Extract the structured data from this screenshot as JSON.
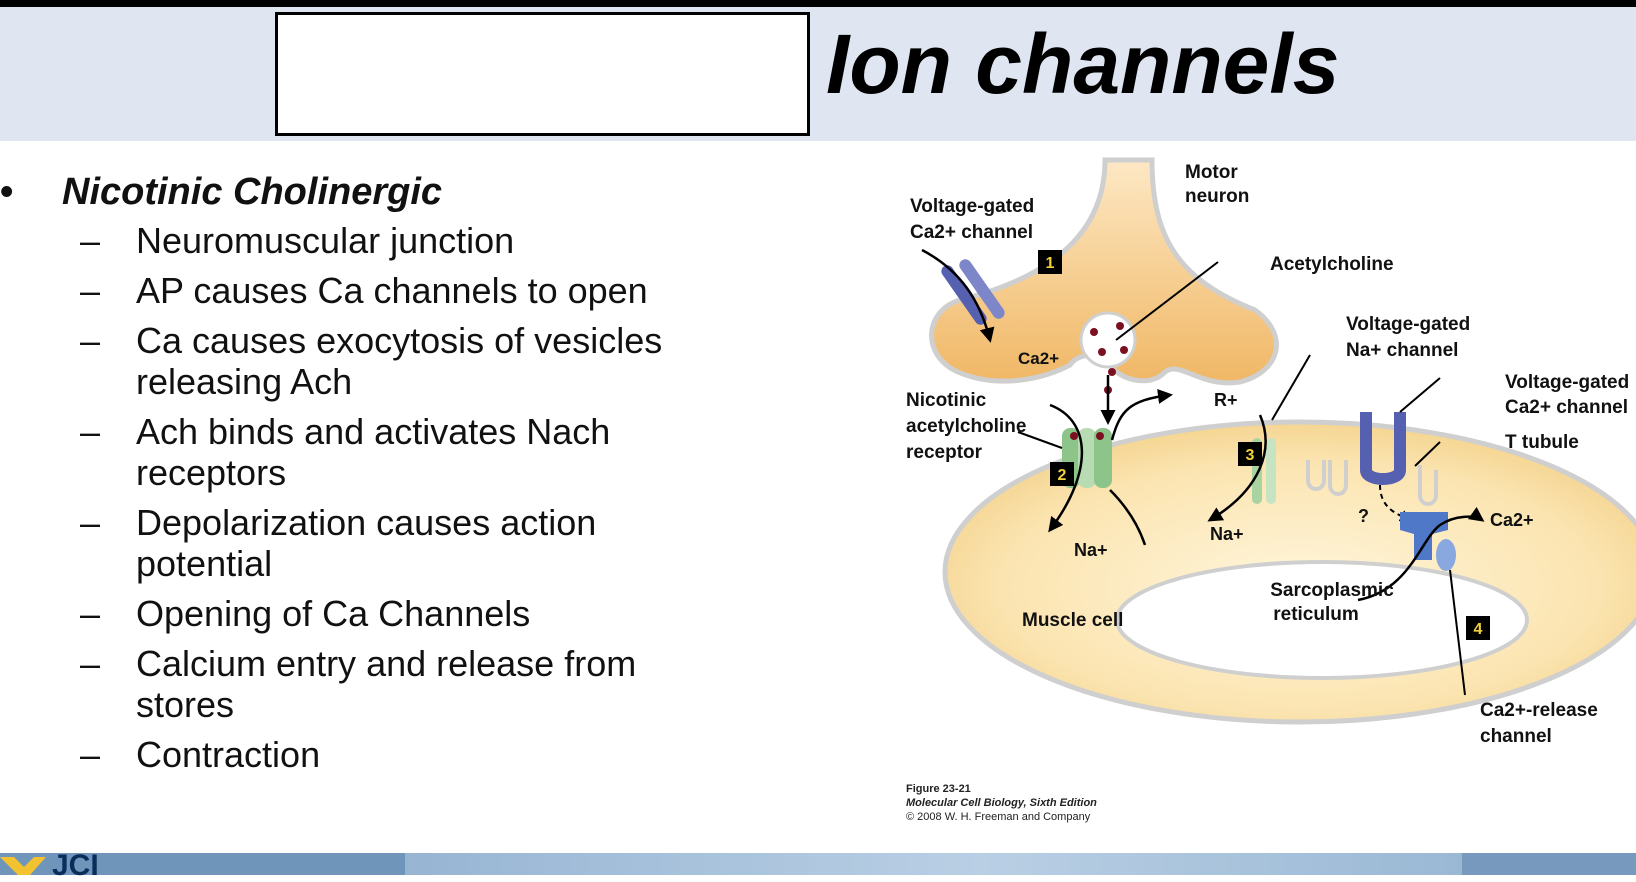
{
  "slide": {
    "title": "Ion channels",
    "bullet_heading": "Nicotinic Cholinergic",
    "bullet_marker": "•",
    "dash": "–",
    "sub_items": [
      "Neuromuscular junction",
      "AP causes Ca channels to open",
      "Ca causes exocytosis of vesicles releasing Ach",
      "Ach binds and activates Nach receptors",
      "Depolarization causes  action potential",
      "Opening of Ca Channels",
      "Calcium entry and release from stores",
      "Contraction"
    ]
  },
  "figure": {
    "labels": {
      "motor": "Motor",
      "neuron": "neuron",
      "vg_ca_1": "Voltage-gated",
      "vg_ca_2": "Ca2+ channel",
      "acetylcholine": "Acetylcholine",
      "vg_na_1": "Voltage-gated",
      "vg_na_2": "Na+ channel",
      "vg_ca_right_1": "Voltage-gated",
      "vg_ca_right_2": "Ca2+ channel",
      "t_tubule": "T tubule",
      "nachr_1": "Nicotinic",
      "nachr_2": "acetylcholine",
      "nachr_3": "receptor",
      "ca_in": "Ca2+",
      "r_plus": "R+",
      "na_left": "Na+",
      "na_mid": "Na+",
      "question": "?",
      "ca_out": "Ca2+",
      "sr_1": "Sarcoplasmic",
      "sr_2": "reticulum",
      "muscle_cell": "Muscle cell",
      "release_1": "Ca2+-release",
      "release_2": "channel"
    },
    "steps": [
      "1",
      "2",
      "3",
      "4"
    ],
    "caption": {
      "line1": "Figure 23-21",
      "line2": "Molecular Cell Biology, Sixth Edition",
      "line3": "© 2008 W. H. Freeman and Company"
    }
  },
  "footer": {
    "logo_text": "JCI"
  },
  "colors": {
    "header_band": "#dfe6f1",
    "neuron_fill": "#f0b765",
    "muscle_fill": "#fbe4b0",
    "channel_blue": "#5560b0",
    "receptor_green": "#8cc48a",
    "vesicle_red": "#7a1020"
  }
}
